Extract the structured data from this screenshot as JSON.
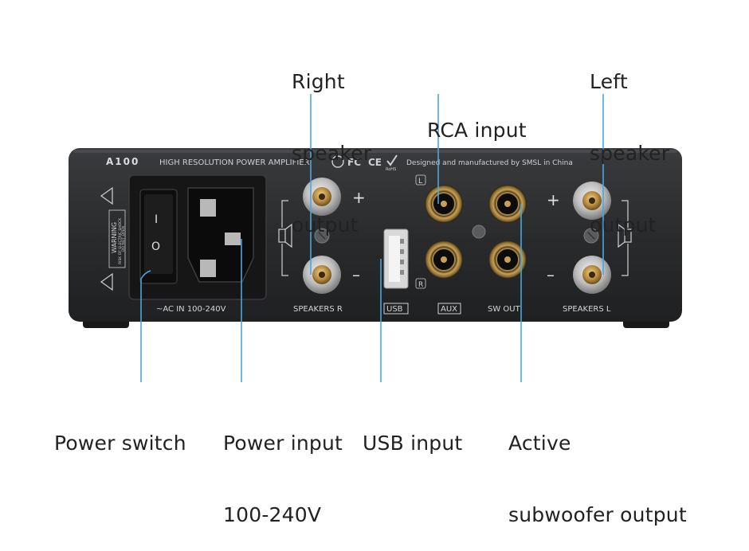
{
  "device": {
    "brand": "A100",
    "model_line": "HIGH RESOLUTION POWER AMPLIFIER",
    "manufacturer": "Designed and manufactured by SMSL in China",
    "cert_rohs": "RoHS",
    "cert_fc": "FC",
    "cert_ce": "CE",
    "warning_title": "WARNING",
    "warning_line1": "RISK OF ELECTRIC SHOCK",
    "warning_line2": "DO NOT OPEN",
    "switch_on": "I",
    "switch_off": "O",
    "ac_label": "~AC IN 100-240V",
    "speakers_r": "SPEAKERS  R",
    "speakers_l": "SPEAKERS  L",
    "usb": "USB",
    "aux": "AUX",
    "sw_out": "SW OUT",
    "ch_l": "L",
    "ch_r": "R",
    "plus": "+",
    "minus": "–"
  },
  "callouts": {
    "right_speaker": [
      "Right",
      "speaker",
      "output"
    ],
    "rca_input": [
      "RCA input"
    ],
    "left_speaker": [
      "Left",
      "speaker",
      "output"
    ],
    "power_switch": [
      "Power switch"
    ],
    "power_input": [
      "Power input",
      "100-240V"
    ],
    "usb_input": [
      "USB input"
    ],
    "subwoofer": [
      "Active",
      "subwoofer output"
    ]
  },
  "colors": {
    "leader_line": "#4aa6e0",
    "chassis": "#2b2c2e",
    "panel_text": "#d9d9d9",
    "gold": "#c9a055"
  }
}
